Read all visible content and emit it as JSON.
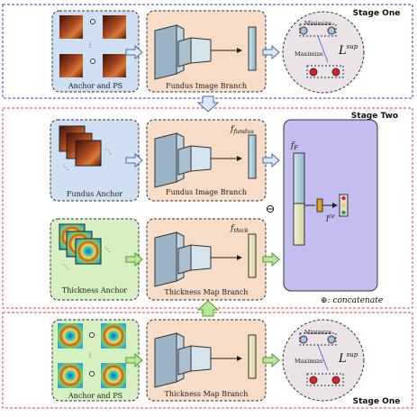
{
  "stages": {
    "one_top": "Stage One",
    "two": "Stage Two",
    "one_bottom": "Stage One"
  },
  "labels": {
    "anchor_ps_top": "Anchor and PS",
    "fundus_branch_1": "Fundus Image Branch",
    "fundus_anchor": "Fundus Anchor",
    "fundus_branch_2": "Fundus Image Branch",
    "thickness_anchor": "Thickness Anchor",
    "thickness_branch_2": "Thickness Map Branch",
    "anchor_ps_bottom": "Anchor and PS",
    "thickness_branch_3": "Thickness Map Branch",
    "minimize": "Minimize",
    "maximize": "Maximize",
    "concat_note": ": concatenate",
    "concat_symbol": "⊕"
  },
  "math": {
    "loss_sup": "L",
    "loss_sup_superscript": "sup",
    "f_fundus": "f",
    "f_fundus_sub": "fundus",
    "f_thick": "f",
    "f_thick_sub": "thick",
    "f_F": "f",
    "f_F_sub": "F",
    "l_ce": "l",
    "l_ce_sup": "ce"
  },
  "colors": {
    "blue_box": "#cfe0f3",
    "orange_box": "#f7dcc7",
    "green_box": "#d6f0c2",
    "purple_box": "#c3bdf0",
    "stage_one_border": "#3b3bc0",
    "stage_two_border": "#d24a4a",
    "arrow_blue": "#dce8f7",
    "arrow_green": "#b7e59a"
  }
}
